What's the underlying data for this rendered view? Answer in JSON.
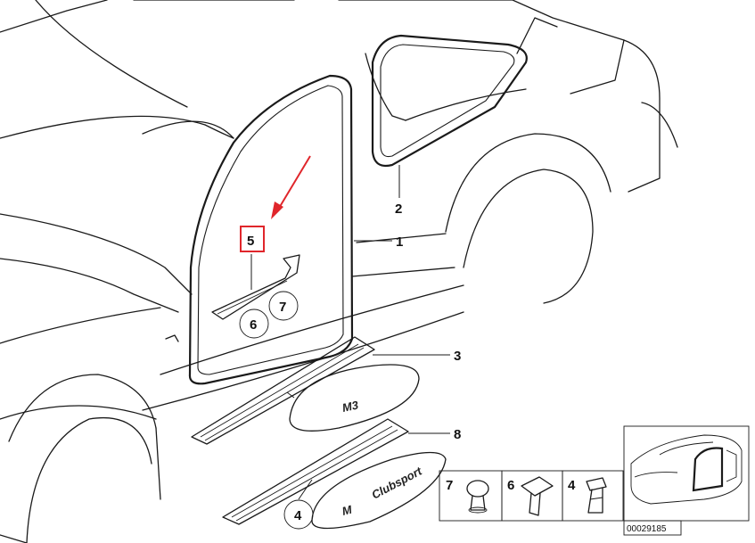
{
  "callouts": {
    "frame_seal": "1",
    "rear_seal": "2",
    "sill_strip": "3",
    "sill_strip_clubsport": "4",
    "trim_strip": "5",
    "clip_6": "6",
    "clip_7": "7",
    "sill_strip_8": "8"
  },
  "legend": {
    "item_7": "7",
    "item_6": "6",
    "item_4": "4"
  },
  "badges": {
    "m3": "M3",
    "m_logo": "M",
    "clubsport": "Clubsport"
  },
  "reference_number": "00029185",
  "colors": {
    "line": "#1a1a1a",
    "highlight": "#e0262b"
  }
}
